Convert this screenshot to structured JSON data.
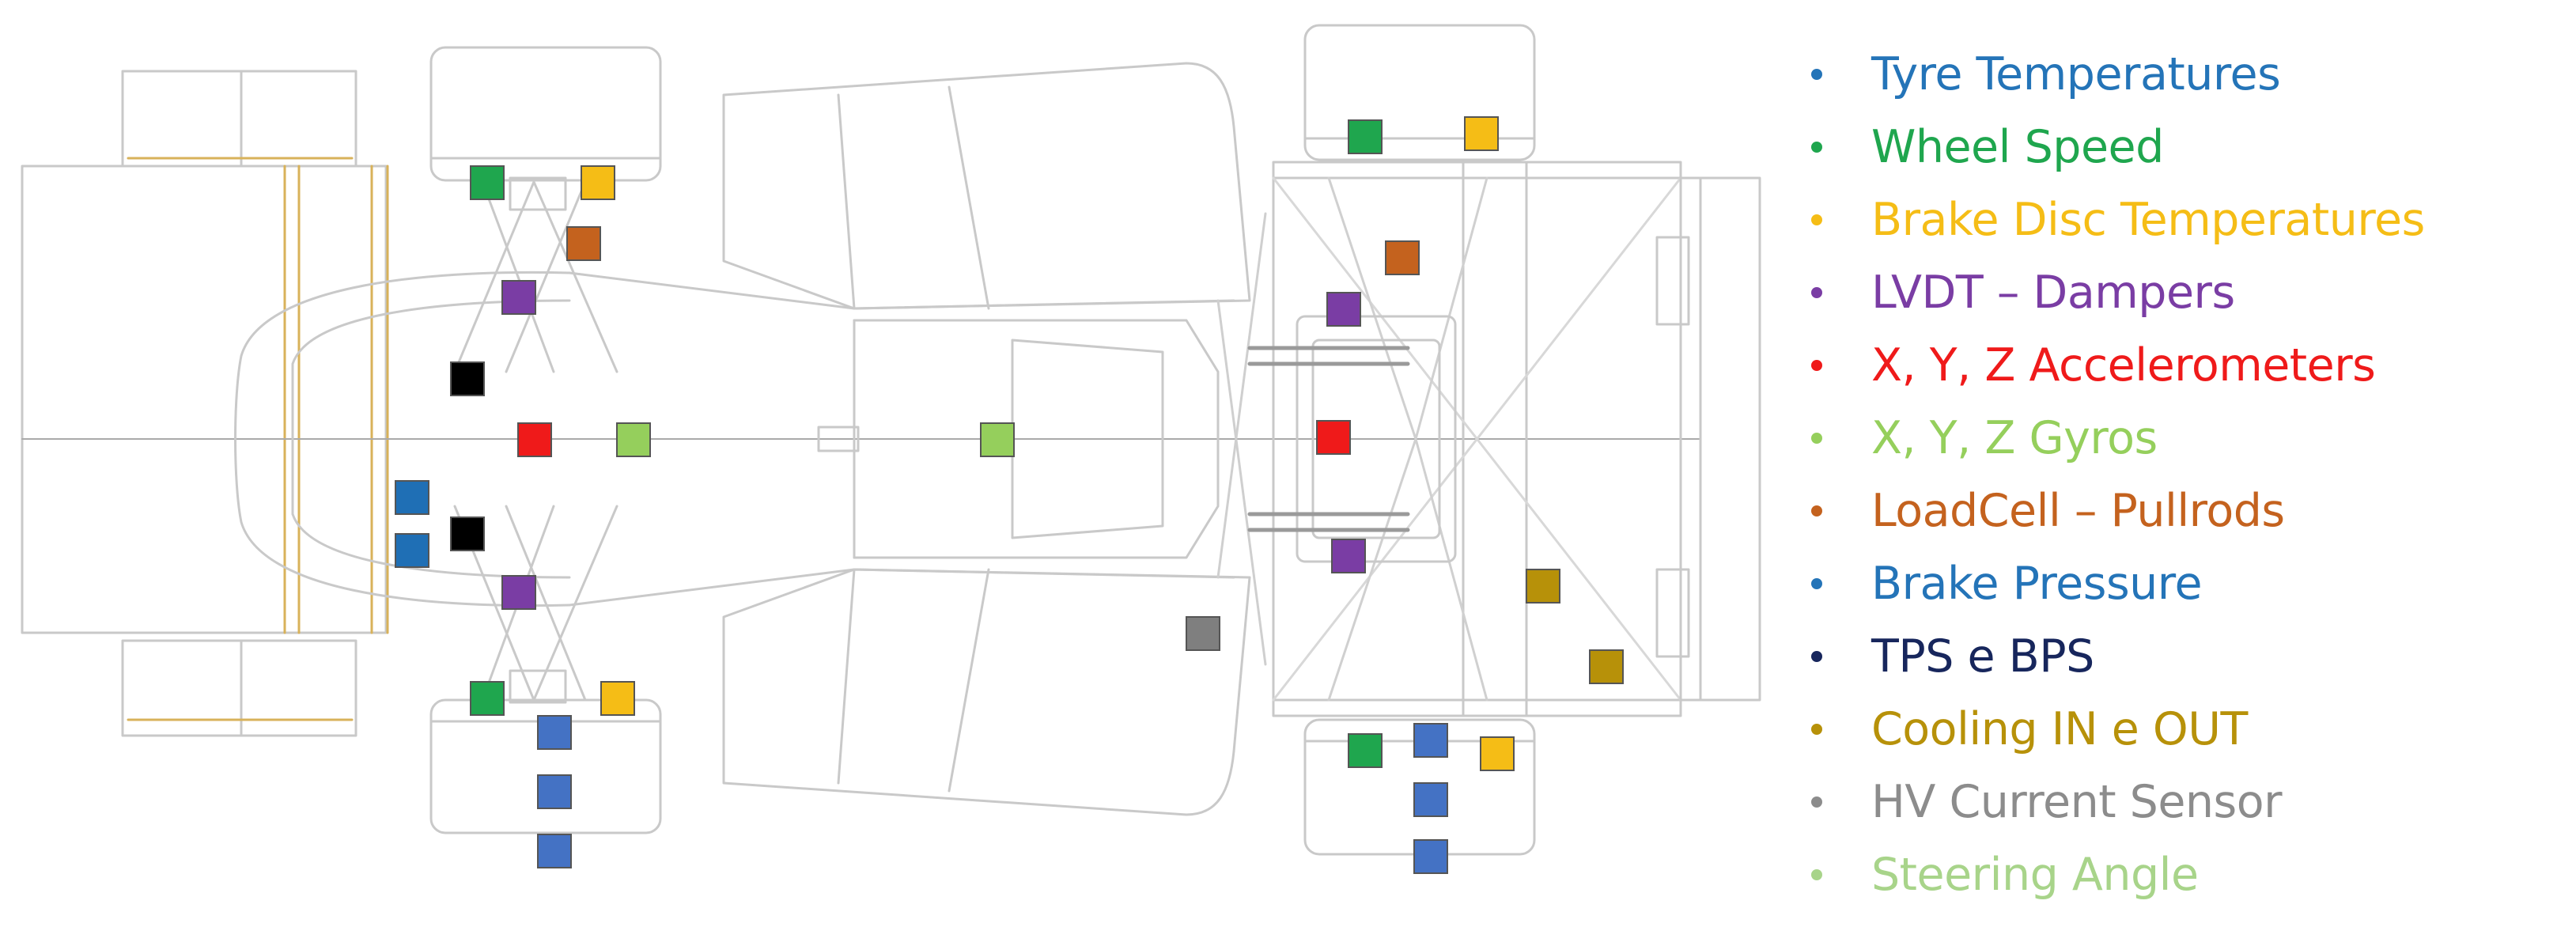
{
  "legend": [
    {
      "label": "Tyre Temperatures",
      "color": "#2474b8"
    },
    {
      "label": "Wheel Speed",
      "color": "#1fa64e"
    },
    {
      "label": "Brake Disc Temperatures",
      "color": "#f5bd16"
    },
    {
      "label": "LVDT – Dampers",
      "color": "#7a3da4"
    },
    {
      "label": "X, Y, Z Accelerometers",
      "color": "#ef1a1a"
    },
    {
      "label": "X, Y, Z Gyros",
      "color": "#95cf5c"
    },
    {
      "label": "LoadCell – Pullrods",
      "color": "#c4621e"
    },
    {
      "label": "Brake Pressure",
      "color": "#2474b8"
    },
    {
      "label": "TPS e BPS",
      "color": "#17265c"
    },
    {
      "label": "Cooling IN e OUT",
      "color": "#b79109"
    },
    {
      "label": "HV Current Sensor",
      "color": "#8c8c8c"
    },
    {
      "label": "Steering Angle",
      "color": "#a8d48a"
    }
  ],
  "markers": {
    "tyre_temperatures": {
      "color": "#4472c4",
      "icon": "square"
    },
    "wheel_speed": {
      "color": "#1fa64e",
      "icon": "square"
    },
    "brake_disc_temperatures": {
      "color": "#f5bd16",
      "icon": "square"
    },
    "lvdt_dampers": {
      "color": "#7a3da4",
      "icon": "square"
    },
    "accelerometers": {
      "color": "#ef1a1a",
      "icon": "square"
    },
    "gyros": {
      "color": "#95cf5c",
      "icon": "square"
    },
    "loadcell_pullrods": {
      "color": "#c4621e",
      "icon": "square"
    },
    "brake_pressure": {
      "color": "#1f6fb5",
      "icon": "square"
    },
    "tps_bps": {
      "color": "#000000",
      "icon": "square"
    },
    "cooling": {
      "color": "#b79109",
      "icon": "square"
    },
    "hv_current_sensor": {
      "color": "#7f7f7f",
      "icon": "square"
    },
    "steering_angle": {
      "color": "#a8d48a",
      "icon": "square"
    }
  },
  "drawing": {
    "line_color": "#c9c9c9",
    "accent_line_color": "#d8b25a"
  }
}
